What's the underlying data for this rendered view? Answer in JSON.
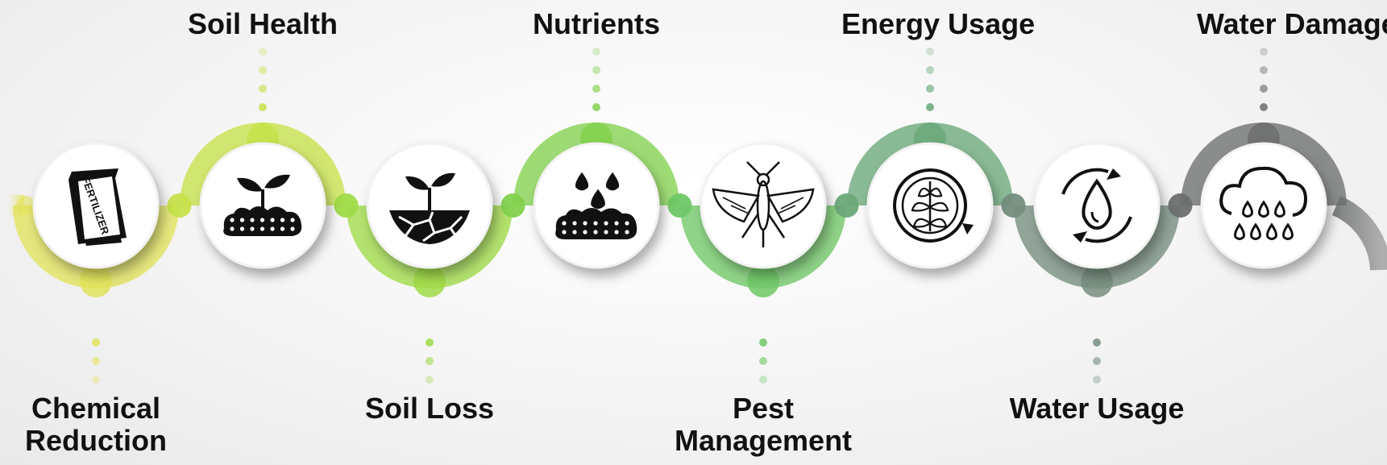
{
  "diagram": {
    "items": [
      {
        "label_lines": [
          "Chemical",
          "Reduction"
        ],
        "position": "bottom",
        "icon": "fertilizer-bag-icon",
        "icon_text": "FERTILIZER",
        "color": "#e2e35a"
      },
      {
        "label_lines": [
          "Soil Health"
        ],
        "position": "top",
        "icon": "sprout-soil-icon",
        "color": "#c6e24a"
      },
      {
        "label_lines": [
          "Soil Loss"
        ],
        "position": "bottom",
        "icon": "sprout-cracked-soil-icon",
        "color": "#9fdb47"
      },
      {
        "label_lines": [
          "Nutrients"
        ],
        "position": "top",
        "icon": "water-drops-soil-icon",
        "color": "#83d14e"
      },
      {
        "label_lines": [
          "Pest",
          "Management"
        ],
        "position": "bottom",
        "icon": "insect-icon",
        "color": "#6fc866"
      },
      {
        "label_lines": [
          "Energy Usage"
        ],
        "position": "top",
        "icon": "plant-cycle-icon",
        "color": "#6aa878"
      },
      {
        "label_lines": [
          "Water Usage"
        ],
        "position": "bottom",
        "icon": "water-cycle-icon",
        "color": "#758d7e"
      },
      {
        "label_lines": [
          "Water Damage"
        ],
        "position": "top",
        "icon": "rain-cloud-icon",
        "color": "#6c6f6d"
      }
    ]
  }
}
